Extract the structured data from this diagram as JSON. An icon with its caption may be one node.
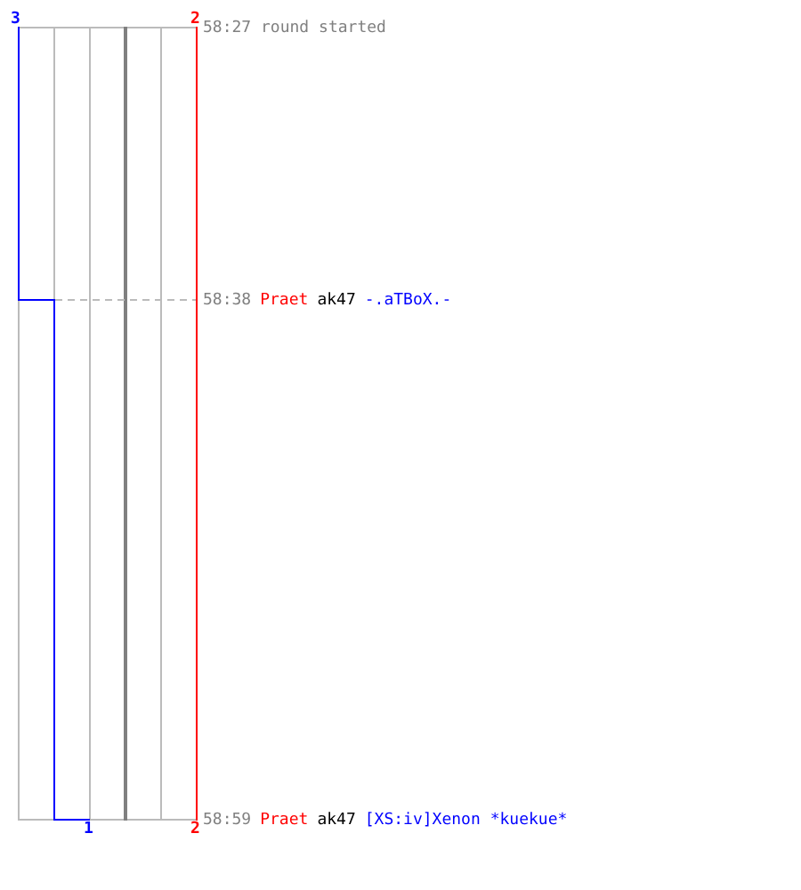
{
  "diagram": {
    "labels": [
      "3",
      "2",
      "58:27 round started",
      "58:38",
      "Praet",
      "ak47",
      "-.aTBoX.-",
      "58:59",
      "Praet",
      "ak47",
      "[XS:iv]Xenon *kuekue*",
      "1",
      "2"
    ]
  }
}
